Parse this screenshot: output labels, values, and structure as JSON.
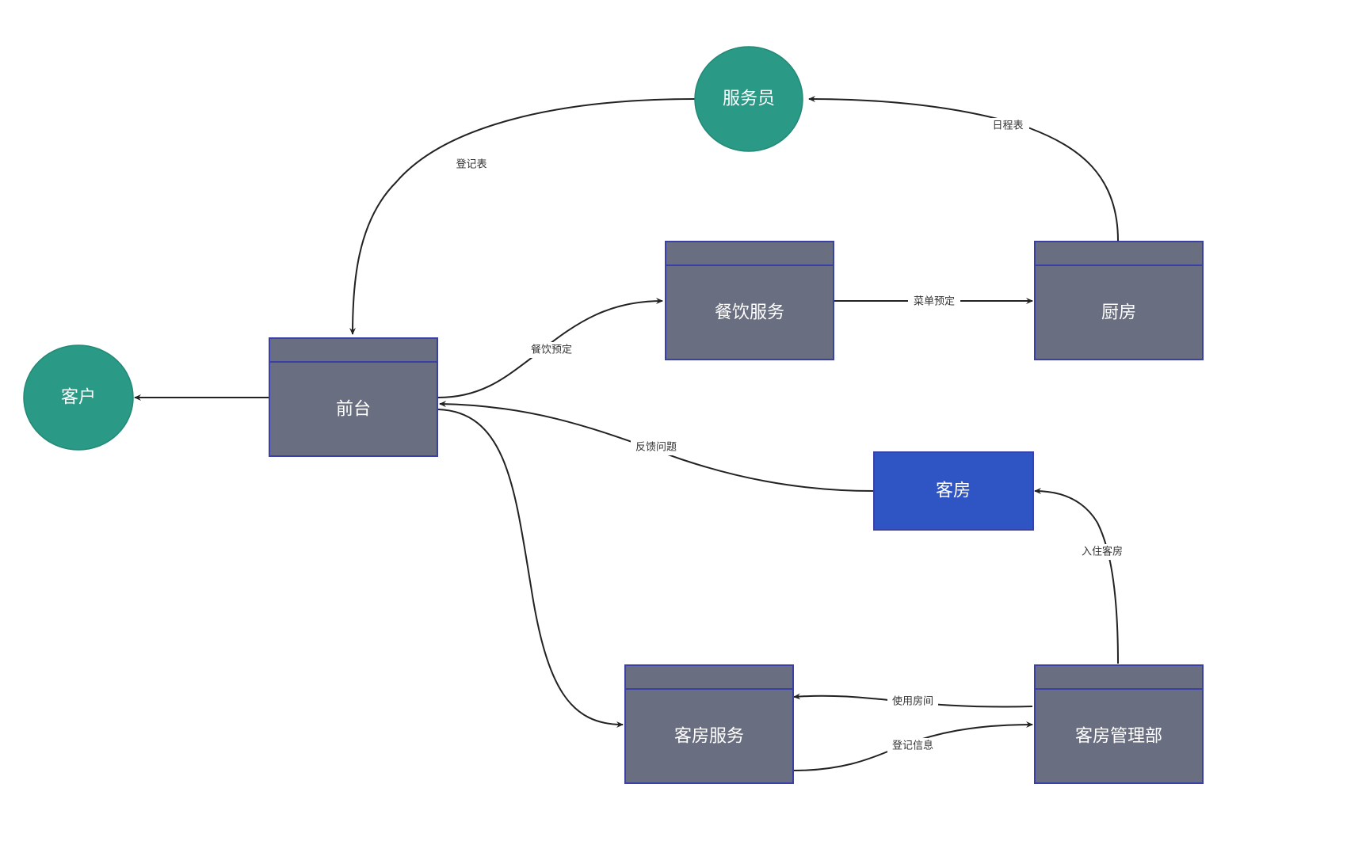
{
  "colors": {
    "entity_fill": "#2a9985",
    "process_fill": "#696e80",
    "process_header": "#696e80",
    "process_border": "#3b3fa8",
    "store_fill": "#2f55c4",
    "edge_stroke": "#222222",
    "label_text": "#333333",
    "node_text": "#ffffff"
  },
  "nodes": {
    "waiter": {
      "label": "服务员",
      "kind": "entity"
    },
    "customer": {
      "label": "客户",
      "kind": "entity"
    },
    "front_desk": {
      "label": "前台",
      "kind": "process"
    },
    "catering": {
      "label": "餐饮服务",
      "kind": "process"
    },
    "kitchen": {
      "label": "厨房",
      "kind": "process"
    },
    "room": {
      "label": "客房",
      "kind": "store"
    },
    "room_service": {
      "label": "客房服务",
      "kind": "process"
    },
    "room_mgmt": {
      "label": "客房管理部",
      "kind": "process"
    }
  },
  "edges": {
    "waiter_to_front": {
      "label": "登记表"
    },
    "kitchen_to_waiter": {
      "label": "日程表"
    },
    "front_to_catering": {
      "label": "餐饮预定"
    },
    "catering_to_kitchen": {
      "label": "菜单预定"
    },
    "room_to_front": {
      "label": "反馈问题"
    },
    "mgmt_to_room": {
      "label": "入住客房"
    },
    "mgmt_to_service": {
      "label": "使用房间"
    },
    "service_to_mgmt": {
      "label": "登记信息"
    },
    "front_to_customer": {
      "label": ""
    },
    "front_to_service": {
      "label": ""
    }
  }
}
